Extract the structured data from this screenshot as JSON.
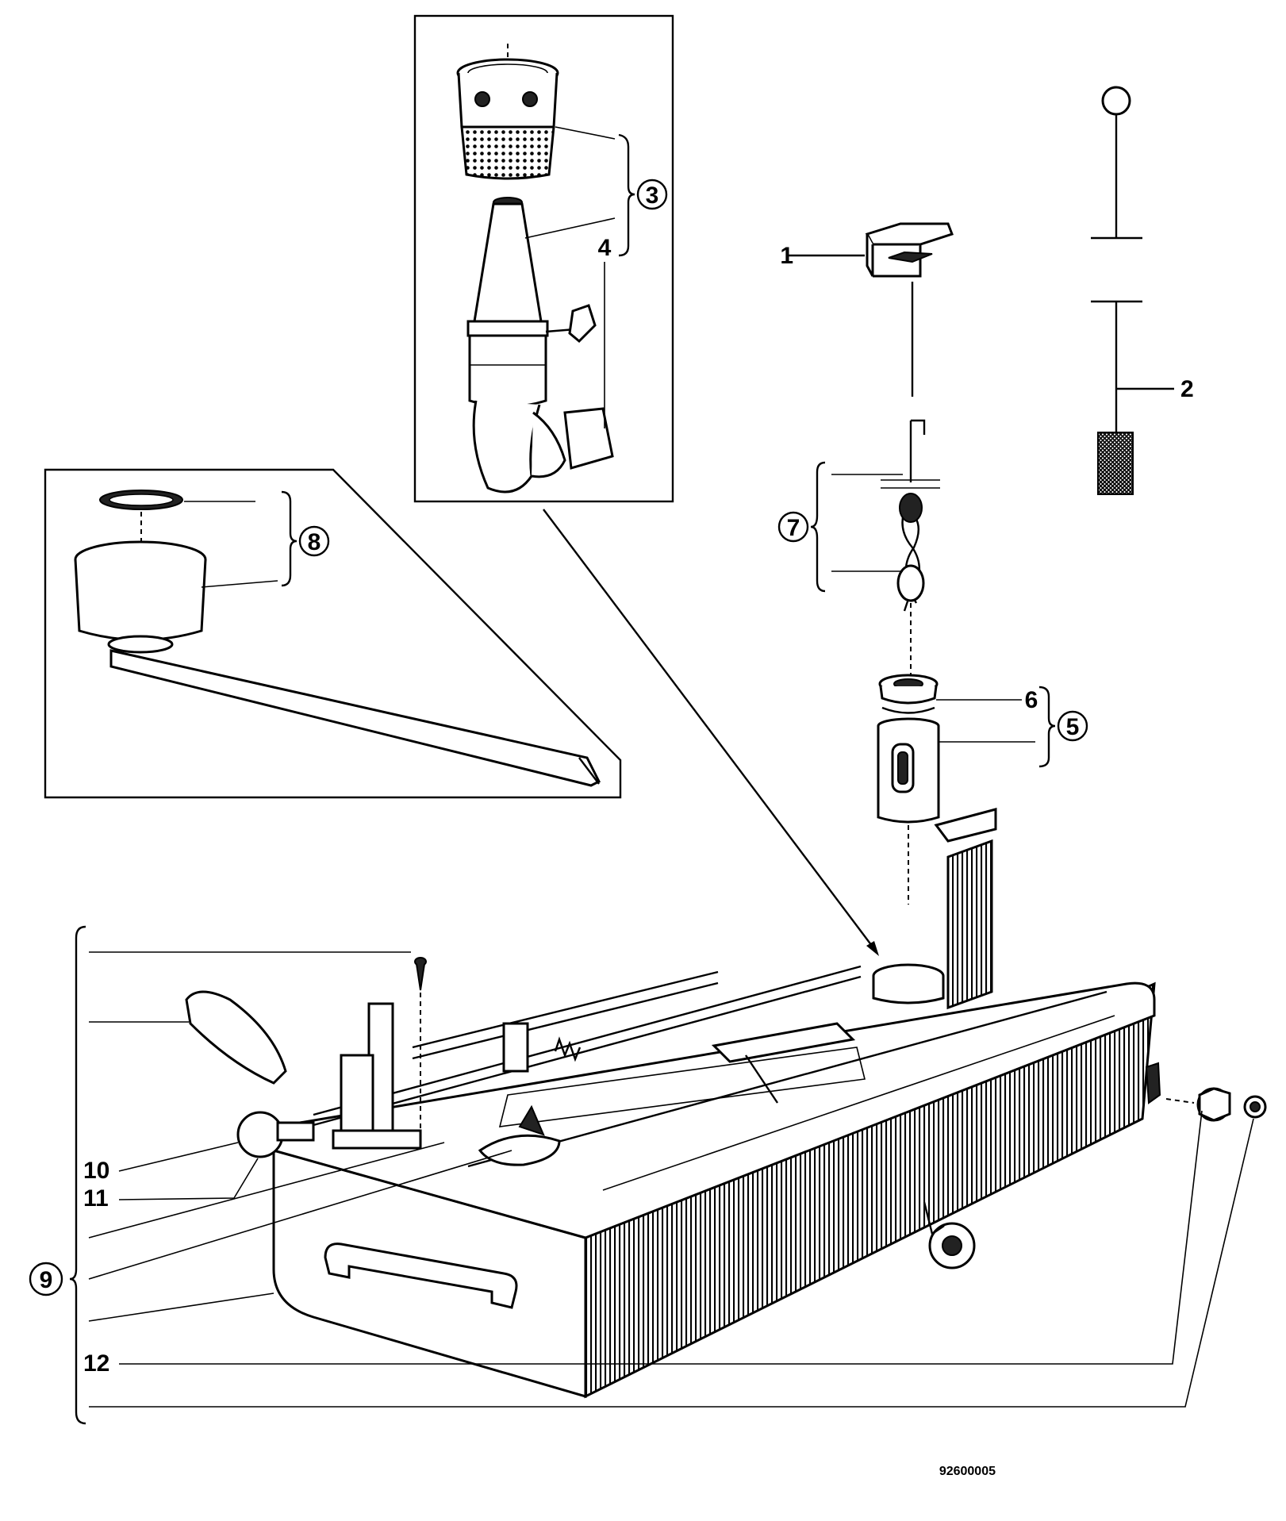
{
  "diagram": {
    "callouts": [
      {
        "id": "c1",
        "label": "1",
        "circled": false
      },
      {
        "id": "c2",
        "label": "2",
        "circled": false
      },
      {
        "id": "c3",
        "label": "3",
        "circled": true
      },
      {
        "id": "c4",
        "label": "4",
        "circled": false
      },
      {
        "id": "c5",
        "label": "5",
        "circled": true
      },
      {
        "id": "c6",
        "label": "6",
        "circled": false
      },
      {
        "id": "c7",
        "label": "7",
        "circled": true
      },
      {
        "id": "c8",
        "label": "8",
        "circled": true
      },
      {
        "id": "c9",
        "label": "9",
        "circled": true
      },
      {
        "id": "c10",
        "label": "10",
        "circled": false
      },
      {
        "id": "c11",
        "label": "11",
        "circled": false
      },
      {
        "id": "c12",
        "label": "12",
        "circled": false
      }
    ],
    "drawing_number": "92600005"
  }
}
